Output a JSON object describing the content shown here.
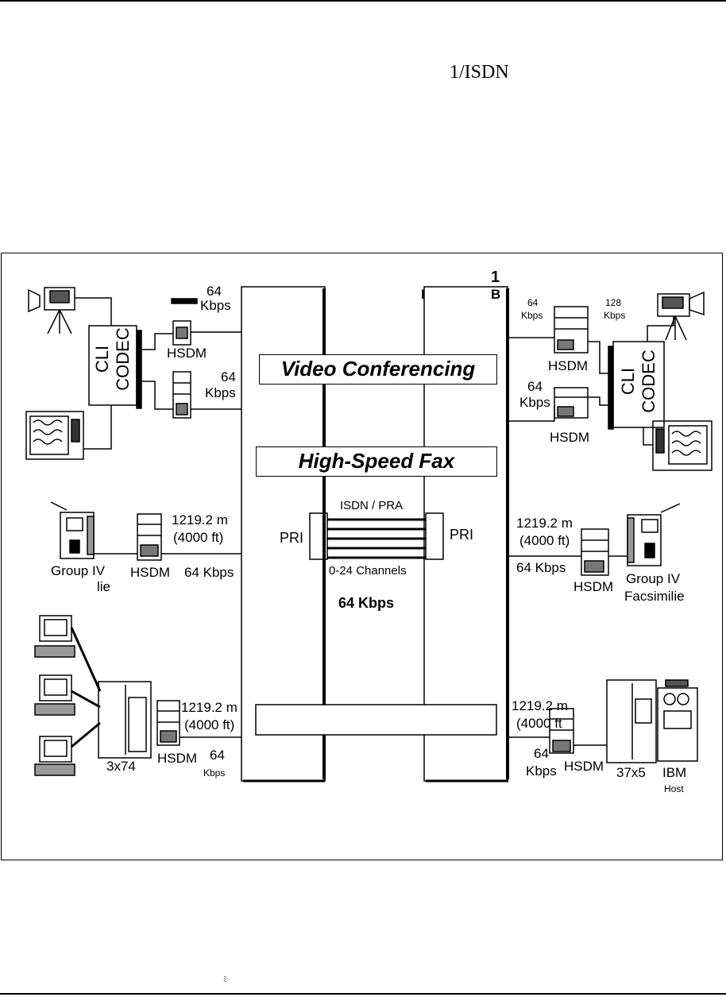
{
  "page": {
    "header_fragment": "1/ISDN",
    "footer_mark": "ﾐ"
  },
  "diagram": {
    "switch_top": {
      "digit": "1",
      "left_mark": "I",
      "right_mark": "B"
    },
    "banners": {
      "video": "Video Conferencing",
      "fax": "High-Speed Fax",
      "data": ""
    },
    "center": {
      "isdn_label": "ISDN / PRA",
      "pri_left": "PRI",
      "pri_right": "PRI",
      "channels": "0-24 Channels",
      "rate": "64 Kbps"
    },
    "left": {
      "video_rate_1a": "64",
      "video_rate_1b": "Kbps",
      "hsdm_1": "HSDM",
      "video_rate_2a": "64",
      "video_rate_2b": "Kbps",
      "codec": "CLI CODEC",
      "fax_distance": "1219.2 m",
      "fax_distance_ft": "(4000  ft)",
      "fax_rate": "64 Kbps",
      "fax_hsdm": "HSDM",
      "fax_device_1": "Group IV",
      "fax_device_2": "lie",
      "data_distance": "1219.2 m",
      "data_distance_ft": "(4000  ft)",
      "data_hsdm": "HSDM",
      "data_rate_a": "64",
      "data_rate_b": "Kbps",
      "controller": "3x74"
    },
    "right": {
      "video_rate_1a": "64",
      "video_rate_1b": "Kbps",
      "video_rate_2a": "128",
      "video_rate_2b": "Kbps",
      "hsdm_1": "HSDM",
      "video_rate_3a": "64",
      "video_rate_3b": "Kbps",
      "hsdm_2": "HSDM",
      "codec": "CLI CODEC",
      "fax_distance": "1219.2 m",
      "fax_distance_ft": "(4000  ft)",
      "fax_rate": "64 Kbps",
      "fax_hsdm": "HSDM",
      "fax_device_1": "Group IV",
      "fax_device_2": "Facsimilie",
      "data_distance": "1219.2 m",
      "data_distance_ft": "(4000  ft",
      "data_rate_a": "64",
      "data_rate_b": "Kbps",
      "data_hsdm": "HSDM",
      "fep": "37x5",
      "host_1": "IBM",
      "host_2": "Host"
    }
  }
}
